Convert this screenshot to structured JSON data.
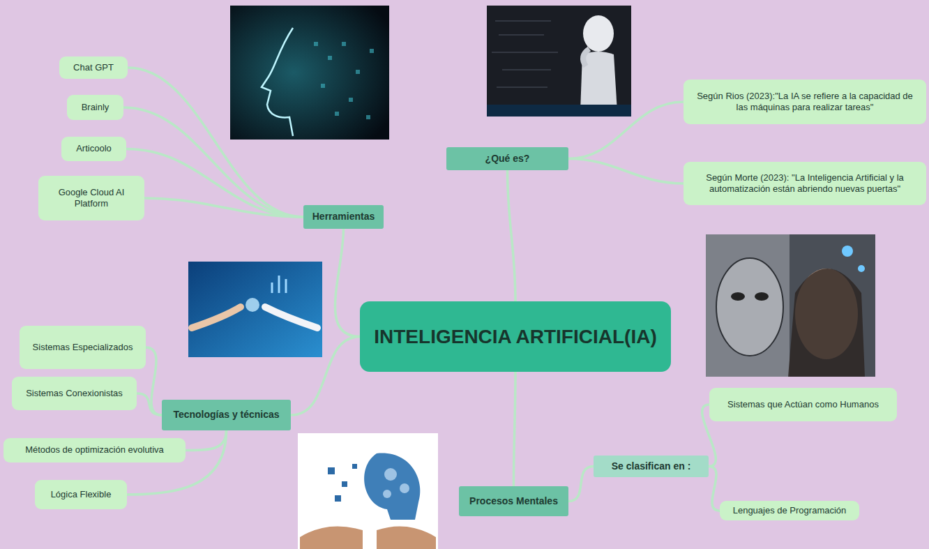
{
  "diagram": {
    "nodes": [
      {
        "text": [
          "INTELIGENCIA ARTIFICIAL(IA)"
        ]
      },
      {
        "text": [
          "¿Qué es?"
        ]
      },
      {
        "text": [
          "Según Rios (2023):\"La IA se refiere a la capacidad de las máquinas para realizar tareas\""
        ]
      },
      {
        "text": [
          "Según Morte (2023): \"La Inteligencia Artificial y la automatización están abriendo nuevas puertas\""
        ]
      },
      {
        "text": [
          "Herramientas"
        ]
      },
      {
        "text": [
          "Chat GPT"
        ]
      },
      {
        "text": [
          "Brainly"
        ]
      },
      {
        "text": [
          "Articoolo"
        ]
      },
      {
        "text": [
          "Google Cloud AI Platform"
        ]
      },
      {
        "text": [
          "Tecnologías y técnicas"
        ]
      },
      {
        "text": [
          "Sistemas Especializados"
        ]
      },
      {
        "text": [
          "Sistemas Conexionistas"
        ]
      },
      {
        "text": [
          "Métodos de optimización evolutiva"
        ]
      },
      {
        "text": [
          "Lógica Flexible"
        ]
      },
      {
        "text": [
          "Procesos Mentales"
        ]
      },
      {
        "text": [
          "Se clasifican en :"
        ]
      },
      {
        "text": [
          "Sistemas que Actúan como Humanos"
        ]
      },
      {
        "text": [
          "Lenguajes de Programación"
        ]
      }
    ],
    "edges": [
      {
        "from": 0,
        "to": 1,
        "arrow": "none"
      },
      {
        "from": 0,
        "to": 4,
        "arrow": "none"
      },
      {
        "from": 0,
        "to": 9,
        "arrow": "none"
      },
      {
        "from": 0,
        "to": 14,
        "arrow": "none"
      },
      {
        "from": 1,
        "to": 2,
        "arrow": "none"
      },
      {
        "from": 1,
        "to": 3,
        "arrow": "none"
      },
      {
        "from": 4,
        "to": 5,
        "arrow": "none"
      },
      {
        "from": 4,
        "to": 6,
        "arrow": "none"
      },
      {
        "from": 4,
        "to": 7,
        "arrow": "none"
      },
      {
        "from": 4,
        "to": 8,
        "arrow": "none"
      },
      {
        "from": 9,
        "to": 10,
        "arrow": "none"
      },
      {
        "from": 9,
        "to": 11,
        "arrow": "none"
      },
      {
        "from": 9,
        "to": 12,
        "arrow": "none"
      },
      {
        "from": 9,
        "to": 13,
        "arrow": "none"
      },
      {
        "from": 14,
        "to": 15,
        "arrow": "none"
      },
      {
        "from": 15,
        "to": 16,
        "arrow": "none"
      },
      {
        "from": 15,
        "to": 17,
        "arrow": "none"
      }
    ]
  }
}
